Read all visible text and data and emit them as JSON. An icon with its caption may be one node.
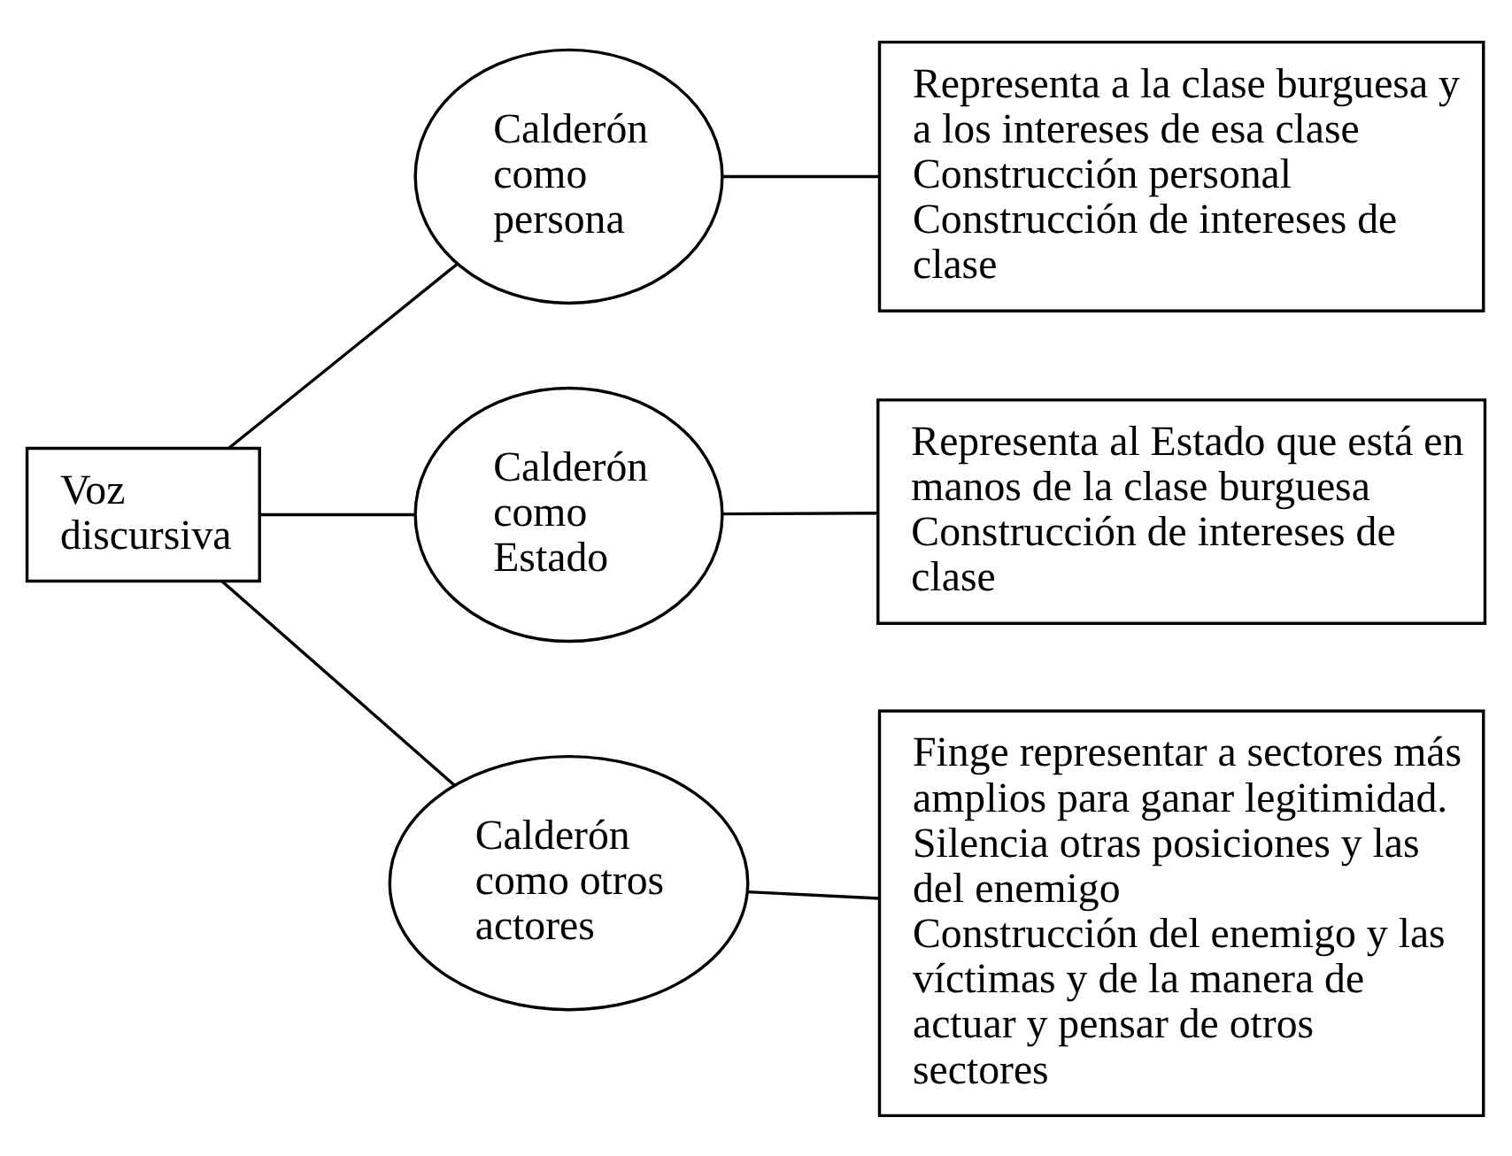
{
  "diagram": {
    "nodes": [
      {
        "text": [
          "Voz discursiva"
        ]
      },
      {
        "text": [
          "Calderón como persona"
        ]
      },
      {
        "text": [
          "Calderón como Estado"
        ]
      },
      {
        "text": [
          "Calderón como otros actores"
        ]
      },
      {
        "text": [
          "Representa a la clase burguesa y a los intereses de esa clase",
          "Construcción personal",
          "Construcción de intereses de clase"
        ]
      },
      {
        "text": [
          "Representa al Estado que está en manos de la clase burguesa",
          "Construcción de intereses de clase"
        ]
      },
      {
        "text": [
          "Finge representar a sectores más amplios para ganar legitimidad.",
          "Silencia otras posiciones y las del enemigo",
          "Construcción del enemigo y las víctimas y de la manera de actuar y pensar de otros sectores"
        ]
      }
    ],
    "edges": [
      {
        "from": 0,
        "to": 1,
        "arrow": "none"
      },
      {
        "from": 0,
        "to": 2,
        "arrow": "none"
      },
      {
        "from": 0,
        "to": 3,
        "arrow": "none"
      },
      {
        "from": 1,
        "to": 4,
        "arrow": "none"
      },
      {
        "from": 2,
        "to": 5,
        "arrow": "none"
      },
      {
        "from": 3,
        "to": 6,
        "arrow": "none"
      }
    ]
  }
}
